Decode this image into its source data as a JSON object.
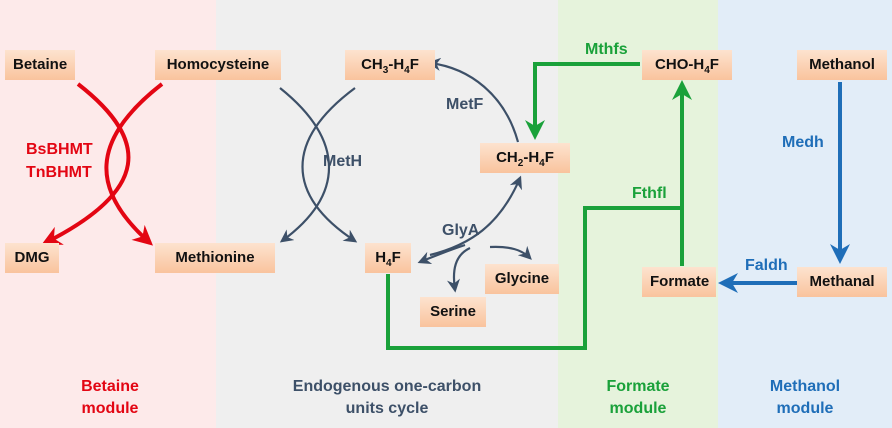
{
  "modules": {
    "betaine": {
      "label_line1": "Betaine",
      "label_line2": "module",
      "color": "#e30613"
    },
    "one_carbon": {
      "label_line1": "Endogenous one-carbon",
      "label_line2": "units cycle",
      "color": "#3d5068"
    },
    "formate": {
      "label_line1": "Formate",
      "label_line2": "module",
      "color": "#1aa13a"
    },
    "methanol": {
      "label_line1": "Methanol",
      "label_line2": "module",
      "color": "#1f6eb8"
    }
  },
  "panel_colors": {
    "betaine": "#fdeaea",
    "one_carbon": "#efefef",
    "formate": "#e6f3dc",
    "methanol": "#e2edf8"
  },
  "compounds": {
    "betaine": "Betaine",
    "homocysteine": "Homocysteine",
    "dmg": "DMG",
    "methionine": "Methionine",
    "ch3_h4f": {
      "pre": "CH",
      "sub1": "3",
      "mid": "-H",
      "sub2": "4",
      "post": "F"
    },
    "ch2_h4f": {
      "pre": "CH",
      "sub1": "2",
      "mid": "-H",
      "sub2": "4",
      "post": "F"
    },
    "h4f": {
      "pre": "H",
      "sub1": "4",
      "post": "F"
    },
    "glycine": "Glycine",
    "serine": "Serine",
    "cho_h4f": {
      "pre": "CHO-H",
      "sub1": "4",
      "post": "F"
    },
    "formate": "Formate",
    "methanol": "Methanol",
    "methanal": "Methanal"
  },
  "enzymes": {
    "bsbhmt": "BsBHMT",
    "tnbhmt": "TnBHMT",
    "meth": "MetH",
    "metf": "MetF",
    "glya": "GlyA",
    "mthfs": "Mthfs",
    "fthfl": "Fthfl",
    "medh": "Medh",
    "faldh": "Faldh"
  }
}
